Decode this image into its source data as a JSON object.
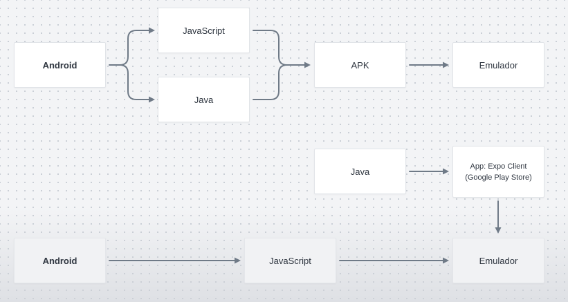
{
  "nodes": {
    "android_top": "Android",
    "javascript_top": "JavaScript",
    "java_top": "Java",
    "apk": "APK",
    "emulador_top": "Emulador",
    "java_mid": "Java",
    "expo_client": {
      "line1": "App: Expo Client",
      "line2": "(Google Play Store)"
    },
    "android_bottom": "Android",
    "javascript_bottom": "JavaScript",
    "emulador_bottom": "Emulador"
  },
  "colors": {
    "arrow": "#6f7a87",
    "node_fill": "#ffffff",
    "node_border": "#e1e4e8",
    "text": "#2f3640"
  }
}
